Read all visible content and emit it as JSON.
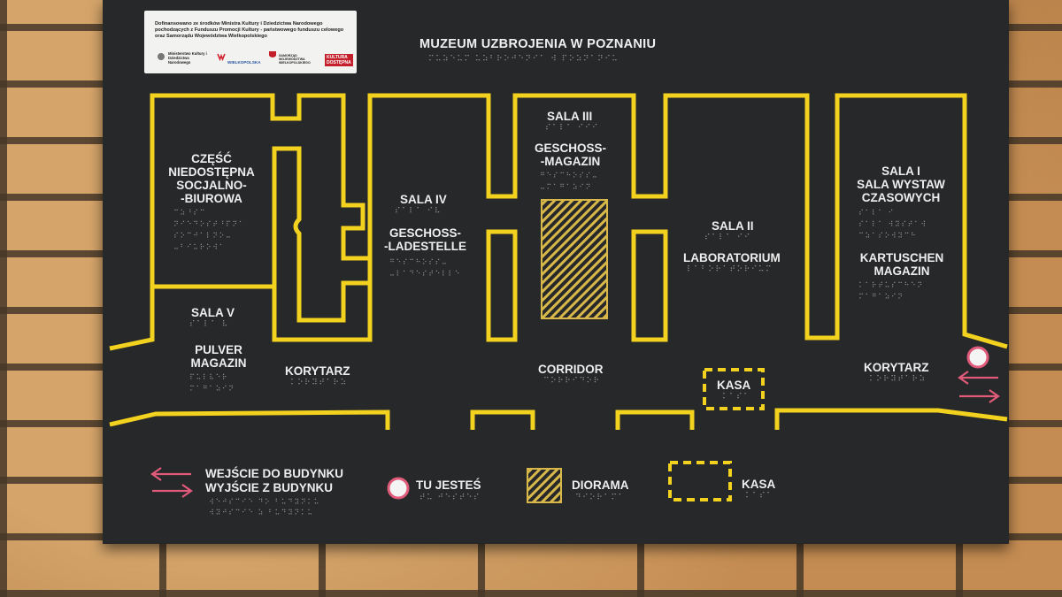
{
  "sponsor": {
    "text": "Dofinansowano ze środków Ministra Kultury i Dziedzictwa Narodowego pochodzących z Funduszu Promocji Kultury - państwowego funduszu celowego oraz Samorządu Województwa Wielkopolskiego",
    "logos": [
      "Ministerstwo Kultury i Dziedzictwa Narodowego",
      "WIELKOPOLSKA",
      "SAMORZĄD WOJEWÓDZTWA WIELKOPOLSKIEGO",
      "KULTURA DOSTĘPNA"
    ]
  },
  "title": "MUZEUM UZBROJENIA W POZNANIU",
  "rooms": {
    "czesc": "CZĘŚĆ\nNIEDOSTĘPNA\nSOCJALNO-\n-BIUROWA",
    "sala_iv": "SALA IV",
    "sala_iv_sub": "GESCHOSS-\n-LADESTELLE",
    "sala_iii": "SALA III",
    "sala_iii_sub": "GESCHOSS-\n-MAGAZIN",
    "sala_ii": "SALA II",
    "sala_ii_sub": "LABORATORIUM",
    "sala_i": "SALA I\nSALA WYSTAW\nCZASOWYCH",
    "sala_i_sub": "KARTUSCHEN\nMAGAZIN",
    "sala_v": "SALA V",
    "sala_v_sub": "PULVER\nMAGAZIN",
    "korytarz_left": "KORYTARZ",
    "corridor": "CORRIDOR",
    "kasa": "KASA",
    "korytarz_right": "KORYTARZ"
  },
  "legend": {
    "entrance": "WEJŚCIE DO BUDYNKU\nWYJŚCIE Z BUDYNKU",
    "you_are_here": "TU JESTEŚ",
    "diorama": "DIORAMA",
    "kasa": "KASA"
  },
  "braille": {
    "title": "⠍⠥⠵⠑⠥⠍ ⠥⠵⠃⠗⠕⠚⠑⠝⠊⠁ ⠺ ⠏⠕⠵⠝⠁⠝⠊⠥",
    "czesc": "⠉⠵⠘⠎⠉\n⠝⠊⠑⠙⠕⠎⠞⠘⠏⠝⠁\n⠎⠕⠉⠚⠁⠇⠝⠕⠤\n⠤⠃⠊⠥⠗⠕⠺⠁",
    "sala_iv": "⠎⠁⠇⠁ ⠊⠧",
    "sala_iv_sub": "⠛⠑⠎⠉⠓⠕⠎⠎⠤\n⠤⠇⠁⠙⠑⠎⠞⠑⠇⠇⠑",
    "sala_iii": "⠎⠁⠇⠁ ⠊⠊⠊",
    "sala_iii_sub": "⠛⠑⠎⠉⠓⠕⠎⠎⠤\n⠤⠍⠁⠛⠁⠵⠊⠝",
    "sala_ii": "⠎⠁⠇⠁ ⠊⠊",
    "sala_ii_sub": "⠇⠁⠃⠕⠗⠁⠞⠕⠗⠊⠥⠍",
    "sala_i": "⠎⠁⠇⠁ ⠊\n⠎⠁⠇⠁ ⠺⠽⠎⠞⠁⠺\n⠉⠵⠁⠎⠕⠺⠽⠉⠓",
    "sala_i_sub": "⠅⠁⠗⠞⠥⠎⠉⠓⠑⠝\n⠍⠁⠛⠁⠵⠊⠝",
    "sala_v": "⠎⠁⠇⠁ ⠧",
    "sala_v_sub": "⠏⠥⠇⠧⠑⠗\n⠍⠁⠛⠁⠵⠊⠝",
    "korytarz_left": "⠅⠕⠗⠽⠞⠁⠗⠵",
    "corridor": "⠉⠕⠗⠗⠊⠙⠕⠗",
    "kasa": "⠅⠁⠎⠁",
    "korytarz_right": "⠅⠕⠗⠽⠞⠁⠗⠵",
    "entrance": "⠺⠑⠚⠎⠉⠊⠑ ⠙⠕ ⠃⠥⠙⠽⠝⠅⠥\n⠺⠽⠚⠎⠉⠊⠑ ⠵ ⠃⠥⠙⠽⠝⠅⠥",
    "you_are_here": "⠞⠥ ⠚⠑⠎⠞⠑⠎",
    "diorama": "⠙⠊⠕⠗⠁⠍⠁",
    "kasa_legend": "⠅⠁⠎⠁"
  },
  "colors": {
    "board": "#27282a",
    "line": "#f2d21e",
    "arrow": "#e05a7a",
    "marker": "#f4f4f4"
  }
}
